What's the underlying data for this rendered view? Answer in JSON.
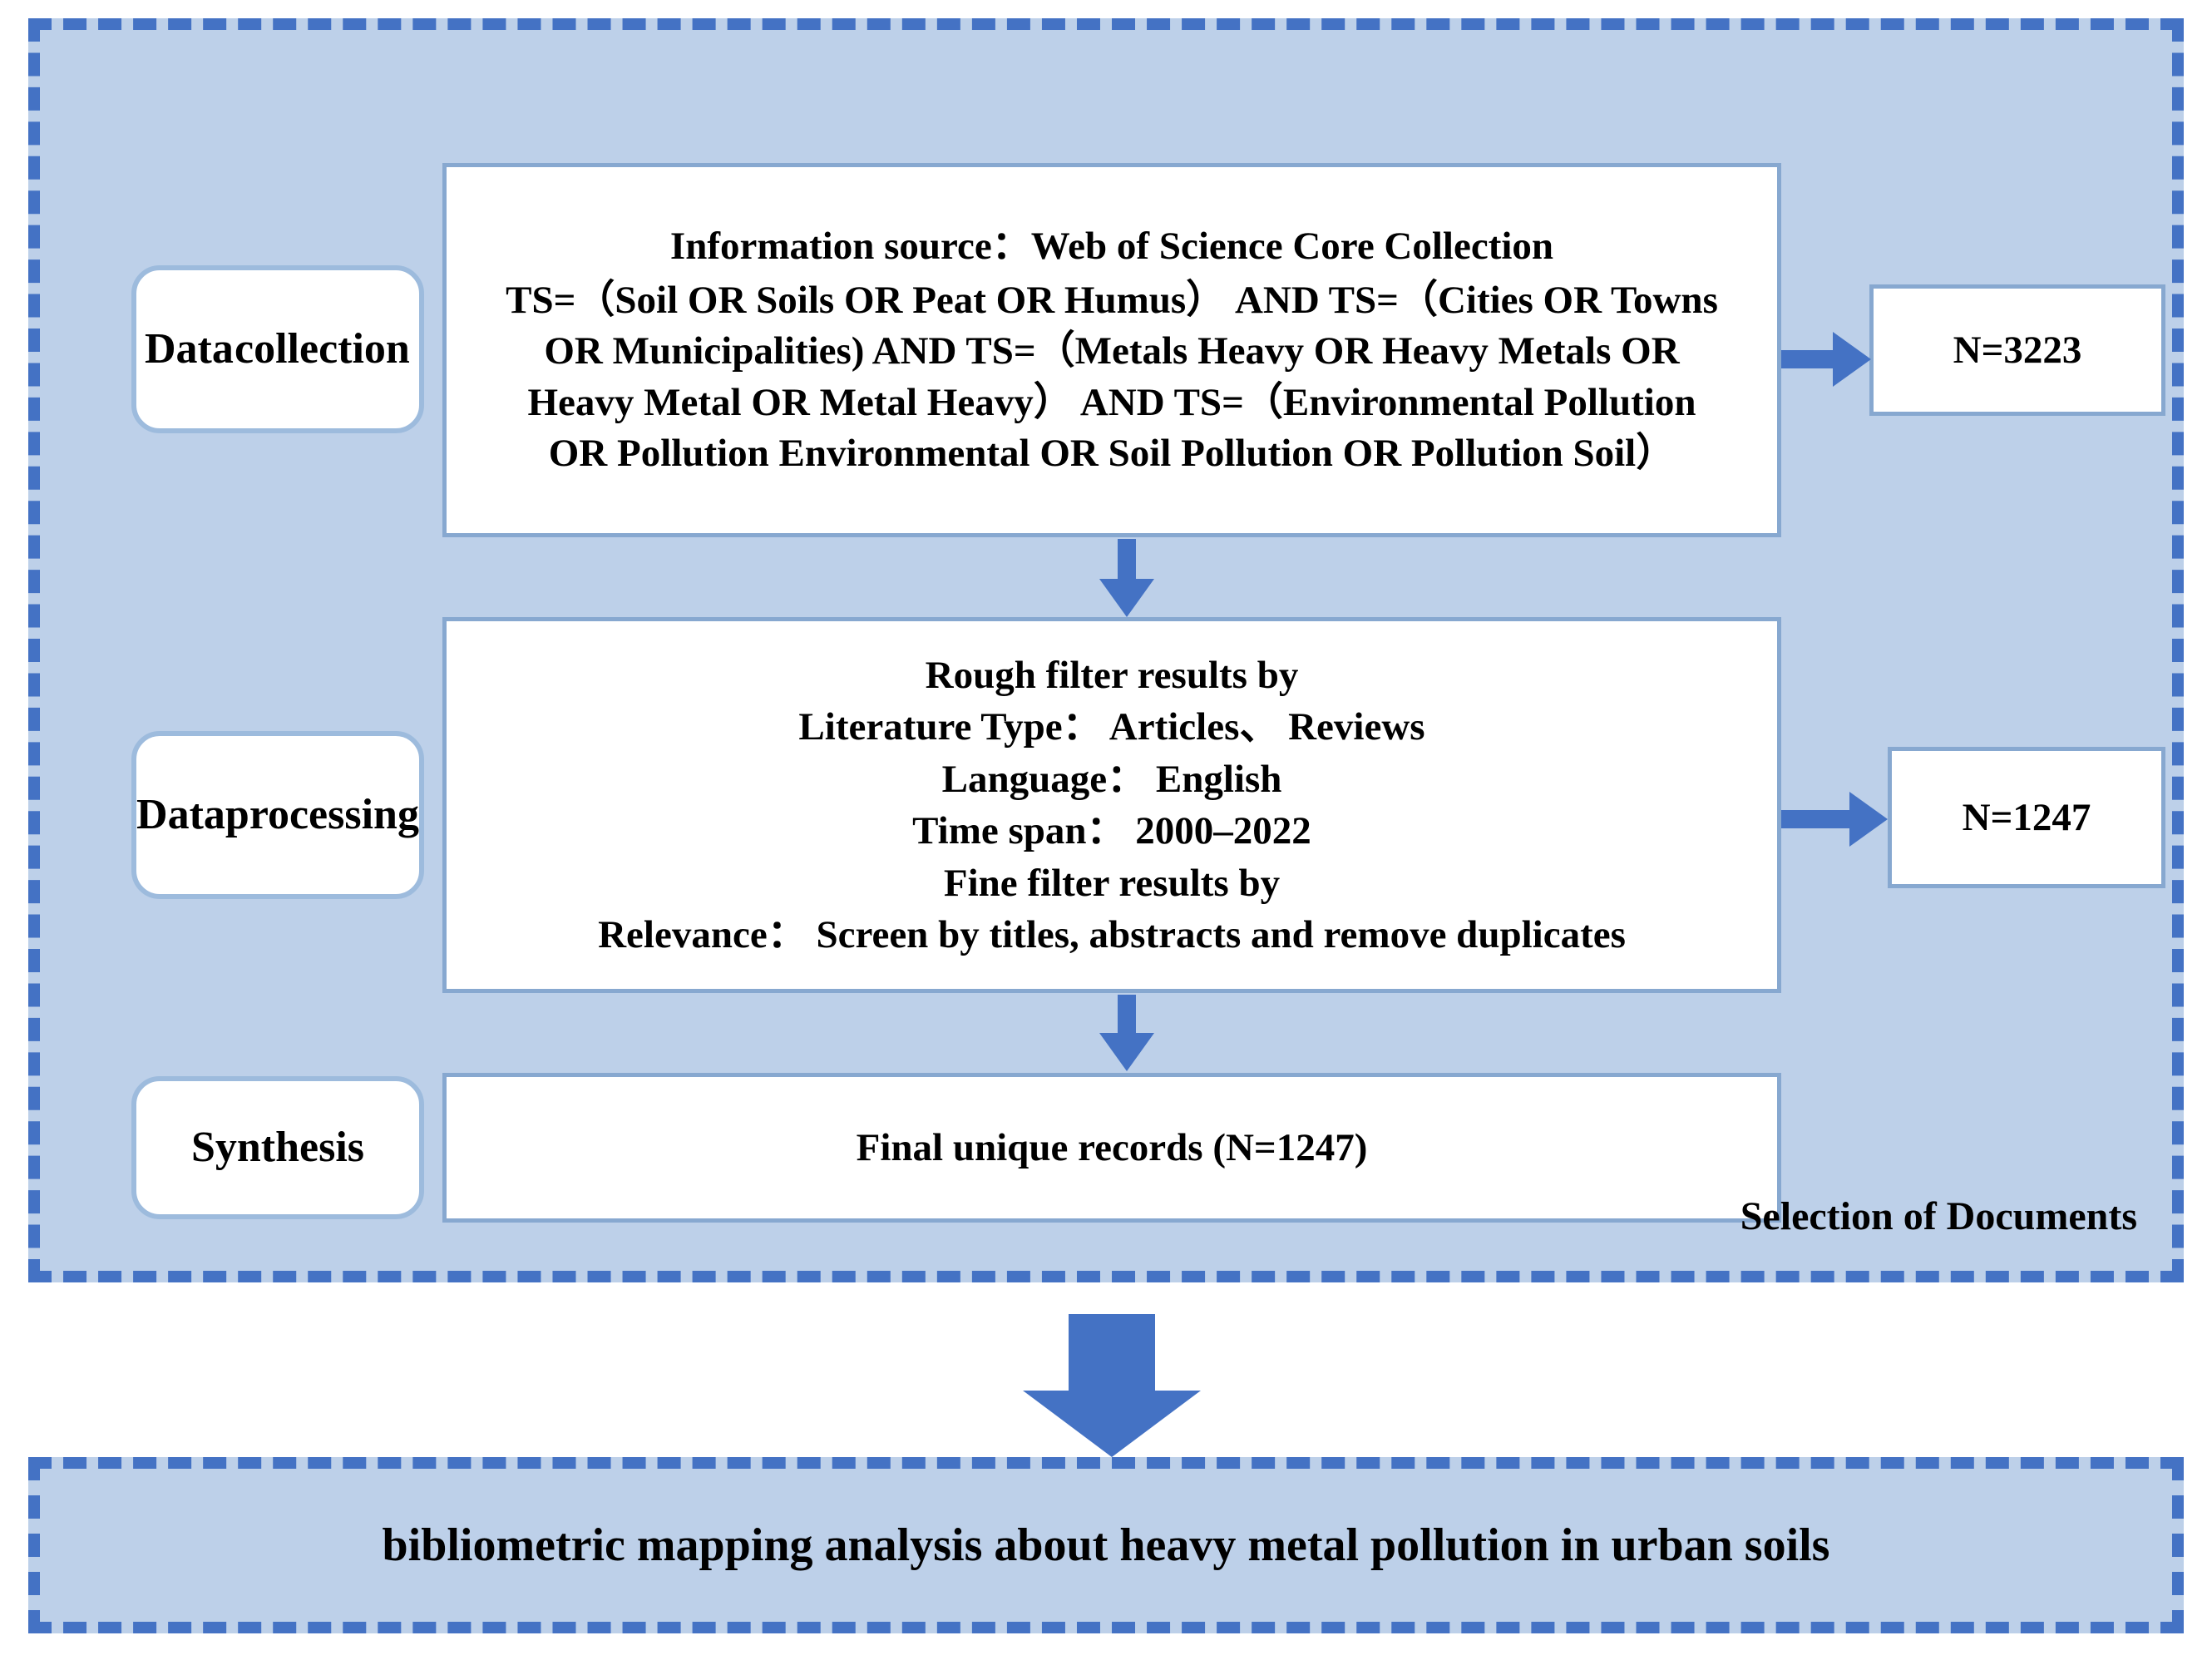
{
  "diagram": {
    "colors": {
      "panel_fill": "#BDD0E9",
      "panel_dash": "#4472C4",
      "box_border": "#87A8D0",
      "pill_border": "#9DBBDD",
      "arrow": "#4472C4",
      "text": "#000000"
    },
    "selection_panel": {
      "caption": "Selection of Documents",
      "stages": [
        {
          "id": "data-collection",
          "label": "Data\ncollection",
          "line1": "Data",
          "line2": "collection"
        },
        {
          "id": "data-processing",
          "label": "Data\nprocessing",
          "line1": "Data",
          "line2": "processing"
        },
        {
          "id": "synthesis",
          "label": "Synthesis",
          "line1": "Synthesis",
          "line2": ""
        }
      ],
      "data_collection_box": {
        "lines": [
          "Information source：Web of Science Core Collection",
          "TS=（Soil OR Soils OR Peat OR Humus） AND TS=（Cities OR Towns",
          "OR Municipalities) AND TS=（Metals Heavy OR Heavy Metals OR",
          "Heavy Metal OR Metal Heavy） AND TS=（Environmental Pollution",
          "OR Pollution Environmental OR Soil Pollution OR Pollution Soil）"
        ]
      },
      "data_processing_box": {
        "lines": [
          "Rough filter results by",
          "Literature Type： Articles、 Reviews",
          "Language： English",
          "Time span： 2000–2022",
          "Fine filter results by",
          "Relevance： Screen by titles, abstracts and remove duplicates"
        ]
      },
      "synthesis_box": {
        "text": "Final unique records (N=1247)"
      },
      "results": [
        {
          "id": "result-collection",
          "value": "N=3223"
        },
        {
          "id": "result-processing",
          "value": "N=1247"
        }
      ]
    },
    "output_panel": {
      "text": "bibliometric mapping analysis about heavy metal pollution in urban soils"
    }
  }
}
